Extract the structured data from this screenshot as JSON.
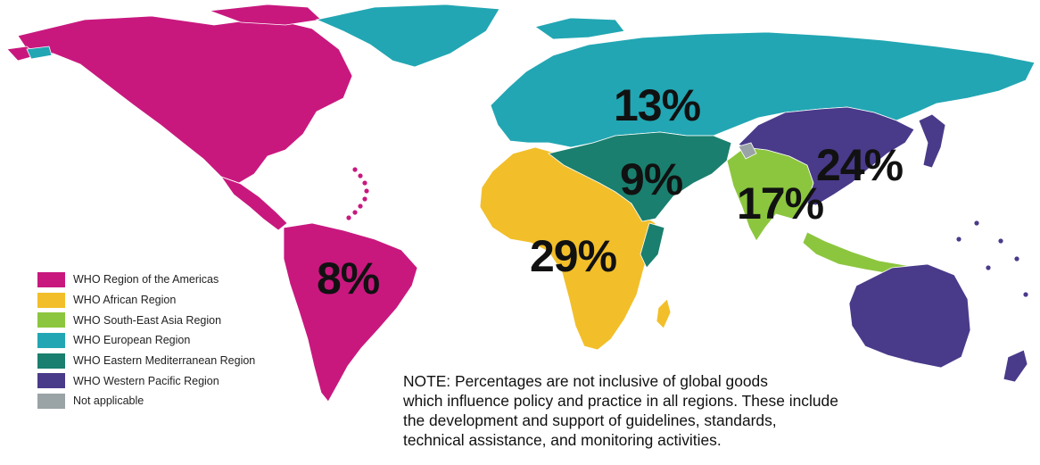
{
  "colors": {
    "americas": "#c8187e",
    "africa": "#f2bf2a",
    "south_east_asia": "#8cc63e",
    "europe": "#22a6b3",
    "eastern_mediterranean": "#1a7f6e",
    "western_pacific": "#4a3a8a",
    "not_applicable": "#9aa3a6"
  },
  "regions": {
    "americas": {
      "percent": "8%"
    },
    "europe": {
      "percent": "13%"
    },
    "eastern_mediterranean": {
      "percent": "9%"
    },
    "africa": {
      "percent": "29%"
    },
    "south_east_asia": {
      "percent": "17%"
    },
    "western_pacific": {
      "percent": "24%"
    }
  },
  "legend": [
    {
      "label": "WHO Region of the Americas",
      "color": "#c8187e"
    },
    {
      "label": "WHO African Region",
      "color": "#f2bf2a"
    },
    {
      "label": "WHO South-East Asia Region",
      "color": "#8cc63e"
    },
    {
      "label": "WHO European Region",
      "color": "#22a6b3"
    },
    {
      "label": "WHO Eastern Mediterranean Region",
      "color": "#1a7f6e"
    },
    {
      "label": "WHO Western Pacific Region",
      "color": "#4a3a8a"
    },
    {
      "label": "Not applicable",
      "color": "#9aa3a6"
    }
  ],
  "note": [
    "NOTE: Percentages are not inclusive of global goods",
    "which influence policy and practice in all regions.  These include",
    "the development and support of guidelines, standards,",
    "technical assistance, and monitoring activities."
  ]
}
